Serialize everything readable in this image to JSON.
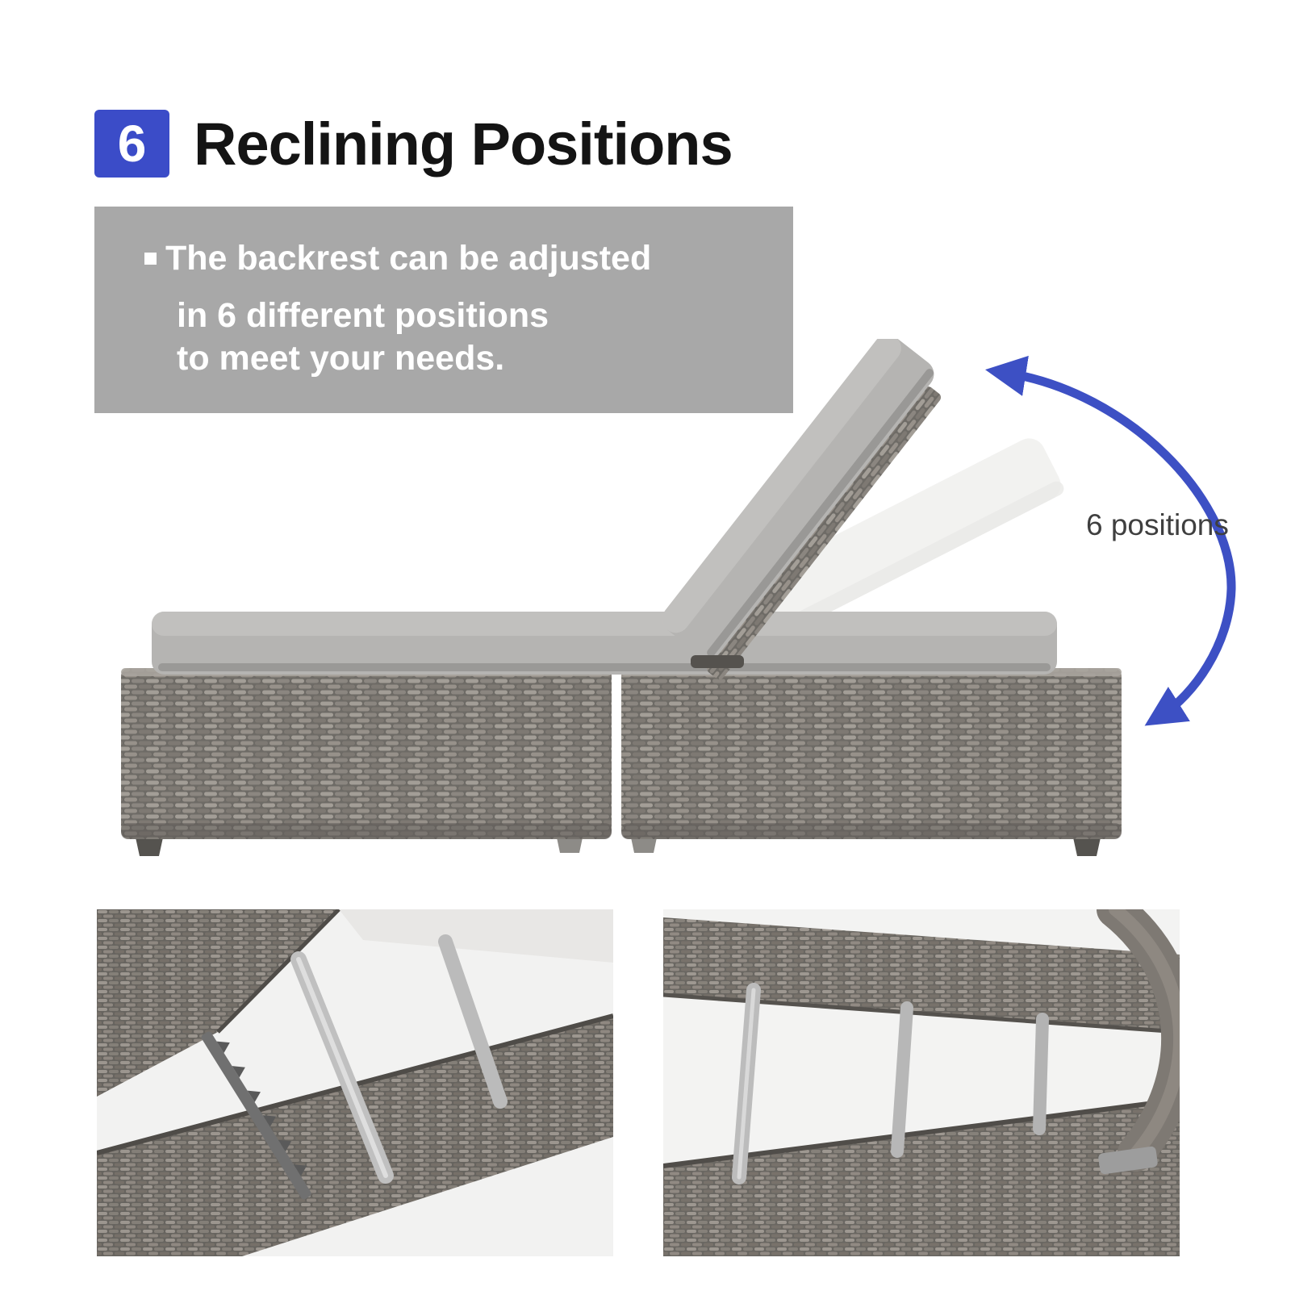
{
  "header": {
    "badge": "6",
    "title": "Reclining Positions"
  },
  "feature_box": {
    "lines": [
      "The backrest can be adjusted",
      "in 6 different positions",
      "to meet your needs."
    ]
  },
  "figure": {
    "positions_label": "6 positions"
  },
  "colors": {
    "accent_blue": "#3b4cc8",
    "arrow_blue": "#3d50c4",
    "box_gray": "#a8a8a8",
    "title_color": "#141414",
    "cushion_gray": "#b5b4b2",
    "wicker_gray": "#8b8680"
  }
}
